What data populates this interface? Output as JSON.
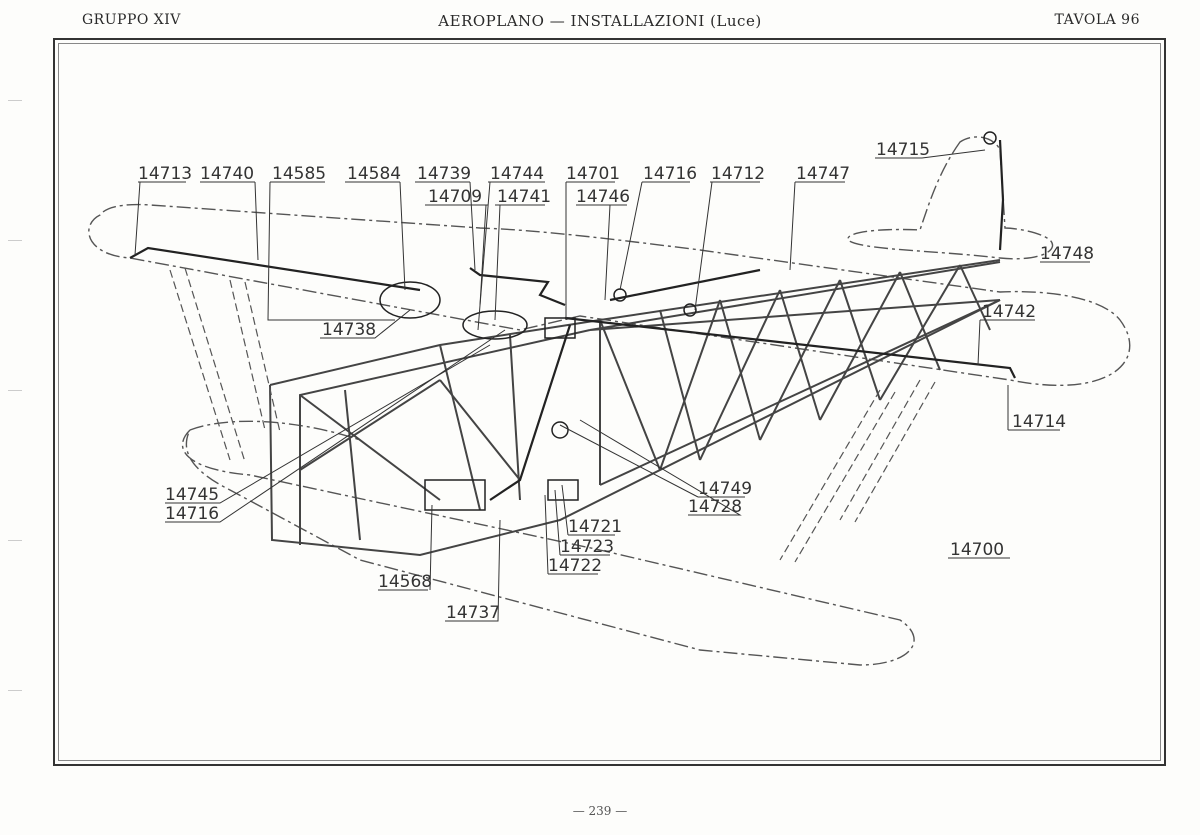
{
  "header": {
    "left": "GRUPPO XIV",
    "center": "AEROPLANO — INSTALLAZIONI (Luce)",
    "right": "TAVOLA 96"
  },
  "footer": {
    "page_number": "— 239 —"
  },
  "labels": {
    "l14713": "14713",
    "l14740": "14740",
    "l14585": "14585",
    "l14584": "14584",
    "l14739": "14739",
    "l14744": "14744",
    "l14701": "14701",
    "l14716a": "14716",
    "l14712": "14712",
    "l14747": "14747",
    "l14715": "14715",
    "l14709": "14709",
    "l14741": "14741",
    "l14746": "14746",
    "l14748": "14748",
    "l14742": "14742",
    "l14738": "14738",
    "l14714": "14714",
    "l14745": "14745",
    "l14716b": "14716",
    "l14749": "14749",
    "l14728": "14728",
    "l14721": "14721",
    "l14723": "14723",
    "l14722": "14722",
    "l14568": "14568",
    "l14737": "14737",
    "l14700": "14700"
  }
}
